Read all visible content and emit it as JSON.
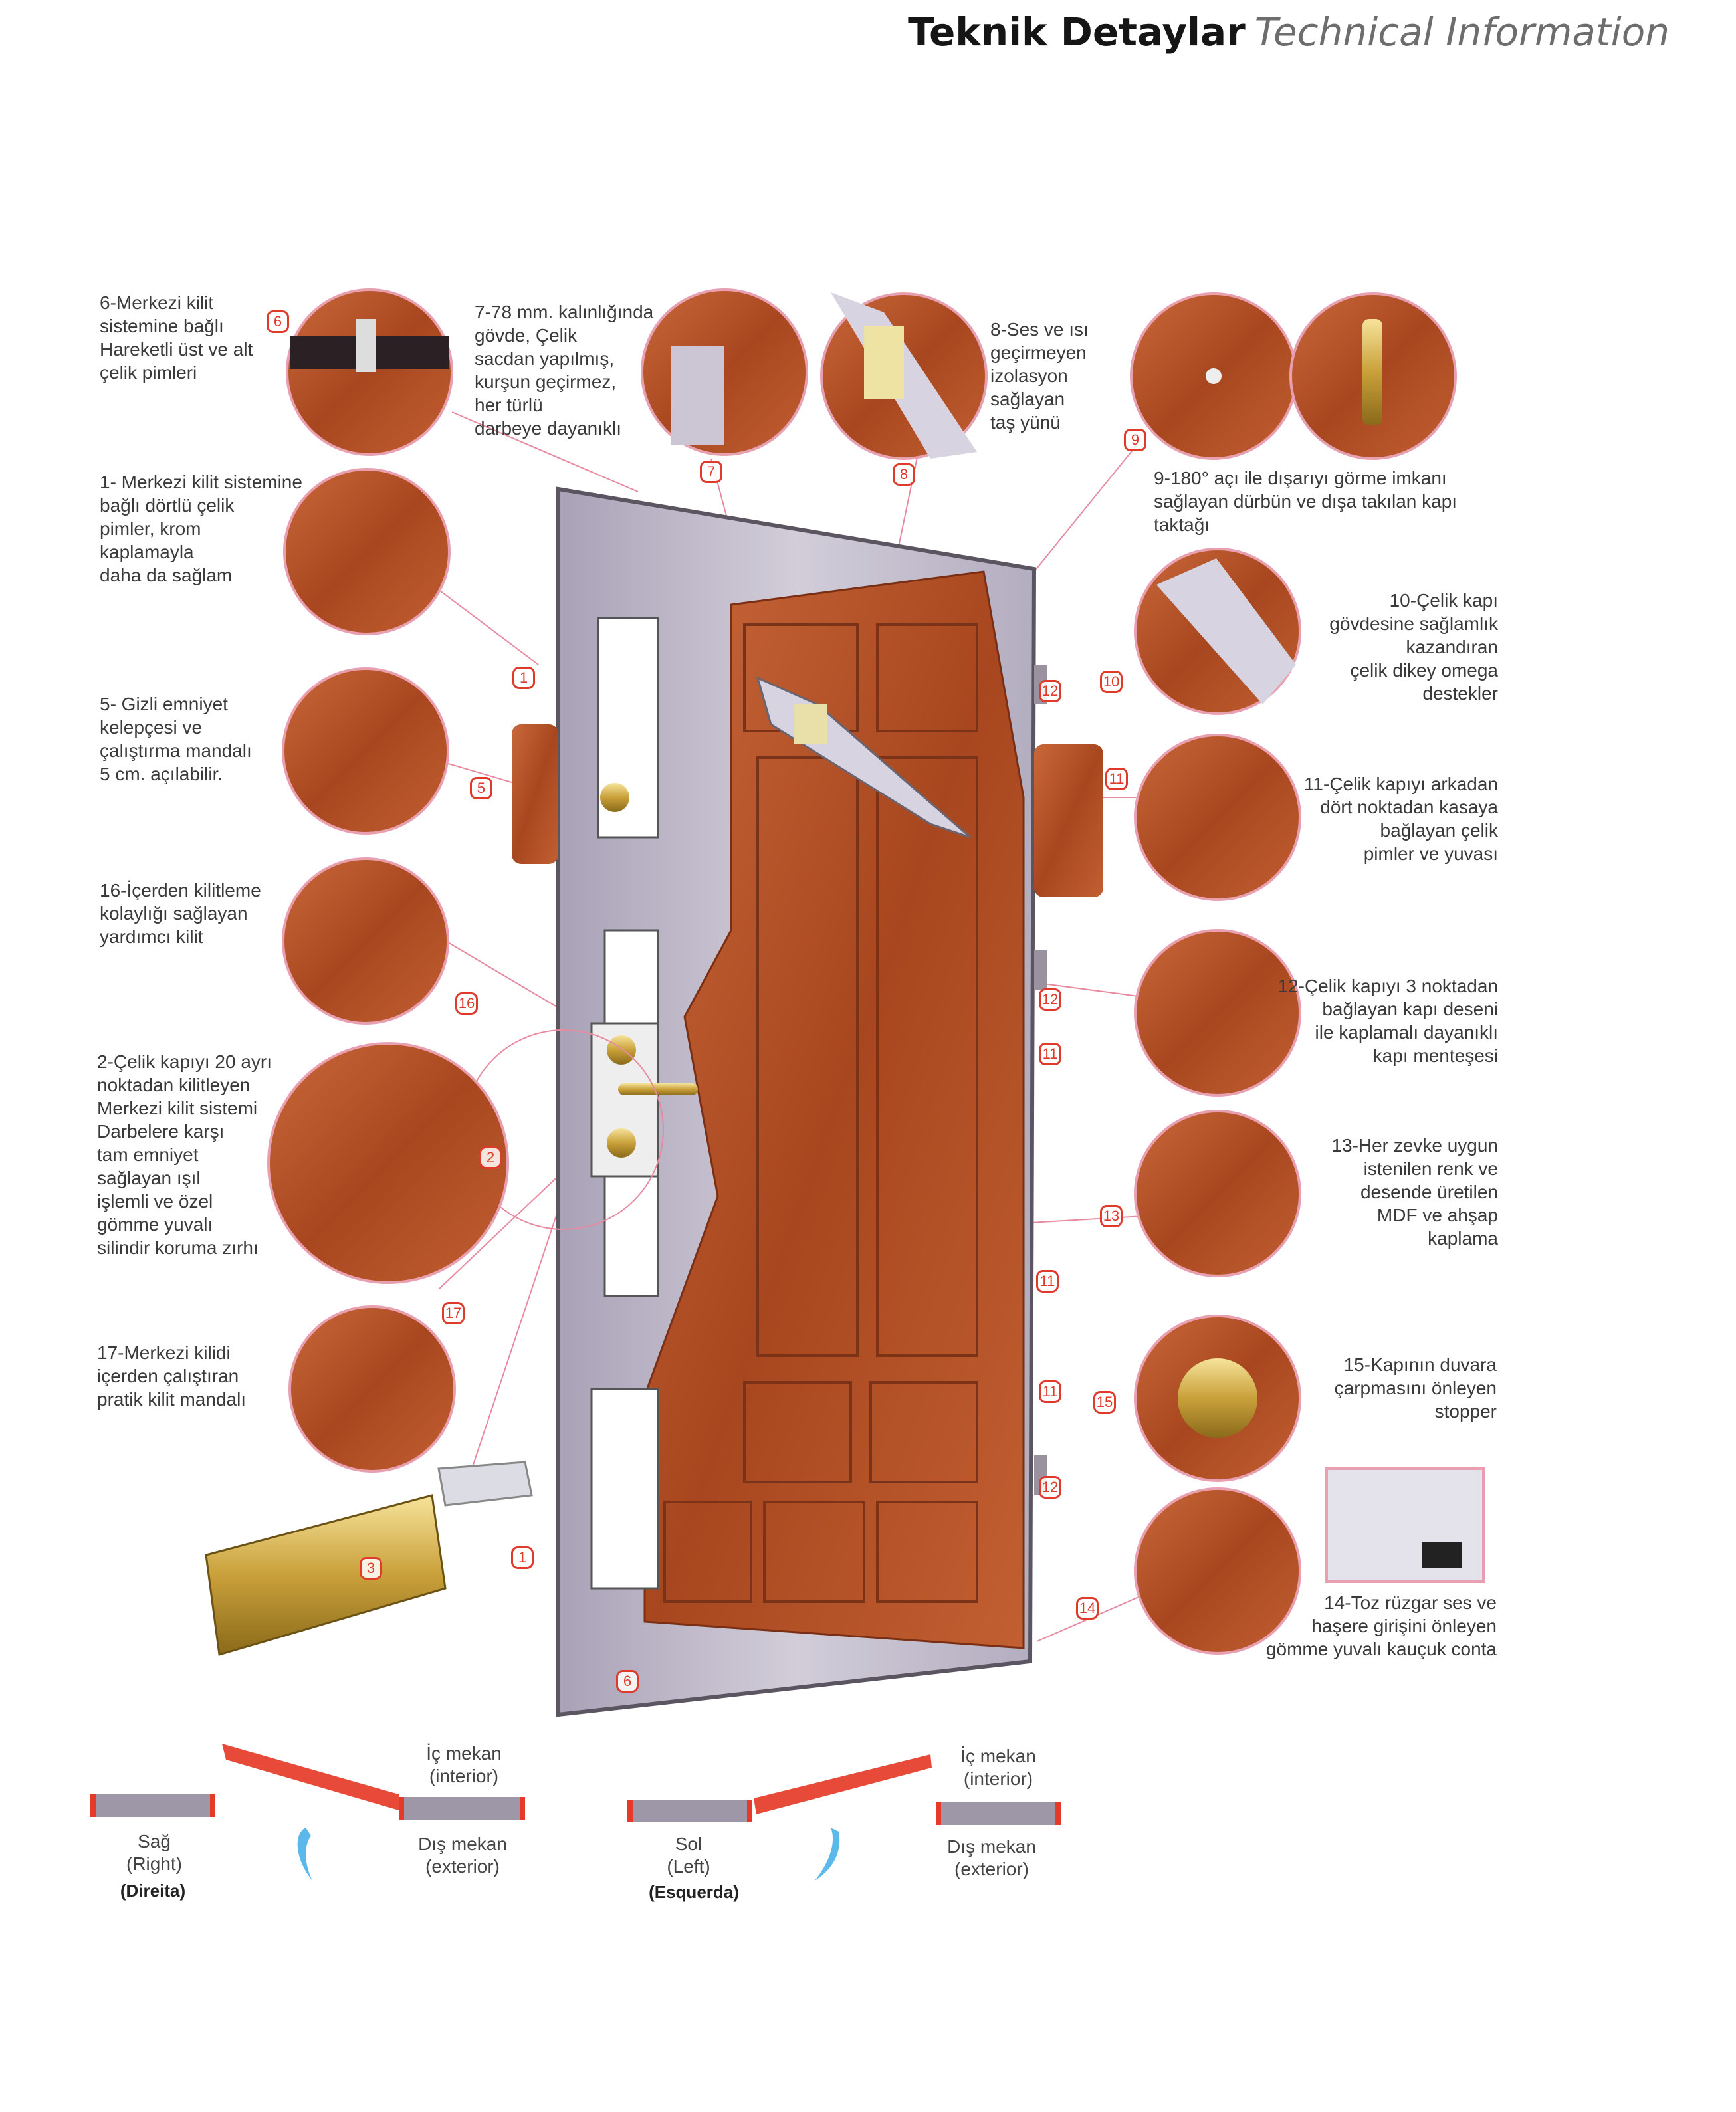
{
  "header": {
    "title_tr": "Teknik Detaylar",
    "title_en": "Technical  Information"
  },
  "features": {
    "f6": "6-Merkezi kilit\nsistemine bağlı\nHareketli üst ve alt\nçelik pimleri",
    "f7": "7-78 mm. kalınlığında\ngövde, Çelik\nsacdan yapılmış,\nkurşun geçirmez,\nher türlü\ndarbeye dayanıklı",
    "f8": "8-Ses ve ısı\ngeçirmeyen\nizolasyon\nsağlayan\ntaş yünü",
    "f9": "9-180° açı ile dışarıyı görme imkanı\nsağlayan dürbün ve dışa takılan kapı\ntaktağı",
    "f1": "1- Merkezi kilit sistemine\nbağlı dörtlü çelik\npimler, krom\nkaplamayla\ndaha da sağlam",
    "f10": "10-Çelik kapı\ngövdesine sağlamlık\nkazandıran\nçelik dikey omega\ndestekler",
    "f5": "5- Gizli emniyet\nkelepçesi ve\nçalıştırma mandalı\n5 cm. açılabilir.",
    "f11": "11-Çelik kapıyı arkadan\ndört noktadan kasaya\nbağlayan çelik\npimler ve yuvası",
    "f16": "16-İçerden kilitleme\nkolaylığı sağlayan\nyardımcı kilit",
    "f12": "12-Çelik kapıyı 3 noktadan\nbağlayan kapı deseni\nile kaplamalı dayanıklı\nkapı menteşesi",
    "f2": "2-Çelik kapıyı 20 ayrı\nnoktadan kilitleyen\nMerkezi kilit sistemi\nDarbelere karşı\ntam emniyet\nsağlayan ışıl\nişlemli ve özel\ngömme yuvalı\nsilindir koruma zırhı",
    "f13": "13-Her zevke uygun\nistenilen renk ve\ndesende üretilen\nMDF ve ahşap\nkaplama",
    "f17": "17-Merkezi kilidi\niçerden çalıştıran\npratik kilit mandalı",
    "f15": "15-Kapının duvara\nçarpmasını önleyen\nstopper",
    "f14": "14-Toz rüzgar ses ve\nhaşere girişini önleyen\ngömme yuvalı kauçuk conta"
  },
  "badges": [
    "6",
    "7",
    "8",
    "9",
    "1",
    "5",
    "16",
    "2",
    "17",
    "3",
    "1",
    "6",
    "12",
    "10",
    "11",
    "12",
    "11",
    "13",
    "11",
    "11",
    "15",
    "12",
    "14"
  ],
  "opening": {
    "right": {
      "interior": "İç mekan\n(interior)",
      "side": "Sağ\n(Right)",
      "side_pt": "(Direita)",
      "exterior": "Dış mekan\n(exterior)"
    },
    "left": {
      "interior": "İç mekan\n(interior)",
      "side": "Sol\n(Left)",
      "side_pt": "(Esquerda)",
      "exterior": "Dış mekan\n(exterior)"
    }
  },
  "colors": {
    "wood": "#b4532a",
    "steel": "#bdb7c8",
    "accent": "#e03a2a",
    "arrow": "#5bb8ea"
  }
}
